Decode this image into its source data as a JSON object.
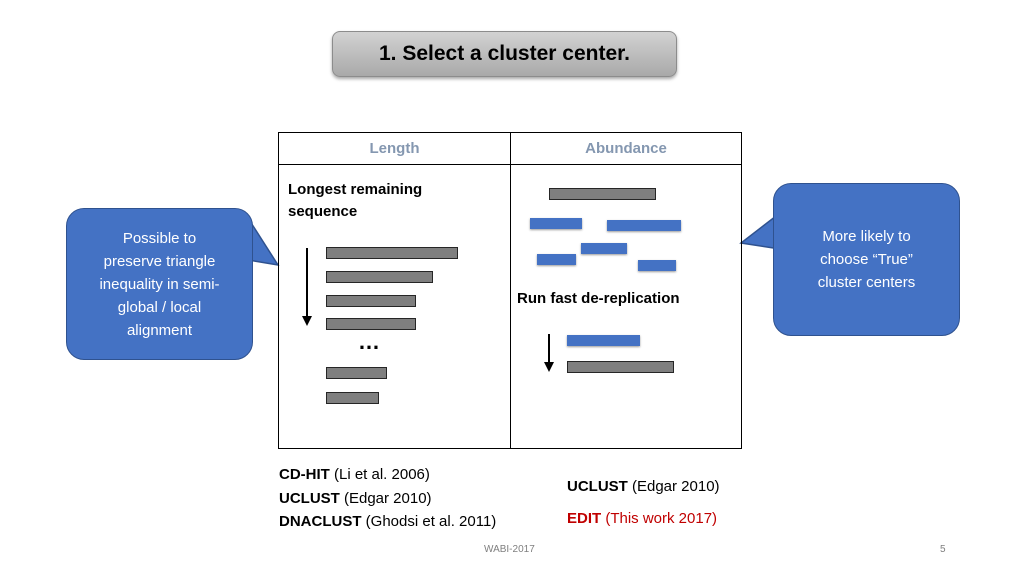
{
  "title": "1. Select a cluster center.",
  "table": {
    "col_left_header": "Length",
    "col_right_header": "Abundance",
    "left_label_line1": "Longest remaining",
    "left_label_line2": "sequence",
    "ellipsis": "…",
    "right_label": "Run fast de-replication"
  },
  "bubble_left": {
    "line1": "Possible to",
    "line2": "preserve triangle",
    "line3": "inequality in semi-",
    "line4": "global / local",
    "line5": "alignment"
  },
  "bubble_right": {
    "line1": "More likely to",
    "line2": "choose “True”",
    "line3": "cluster centers"
  },
  "citations_left": [
    {
      "name": "CD-HIT",
      "ref": " (Li et al. 2006)"
    },
    {
      "name": "UCLUST",
      "ref": " (Edgar 2010)"
    },
    {
      "name": "DNACLUST",
      "ref": " (Ghodsi et al. 2011)"
    }
  ],
  "citations_right": [
    {
      "name": "UCLUST",
      "ref": " (Edgar 2010)"
    },
    {
      "name": "EDIT",
      "ref": " (This work 2017)"
    }
  ],
  "footer": {
    "center": "WABI-2017",
    "page": "5"
  },
  "colors": {
    "accent_blue": "#4472c4",
    "header_text": "#8497b0",
    "highlight_red": "#c00000"
  }
}
